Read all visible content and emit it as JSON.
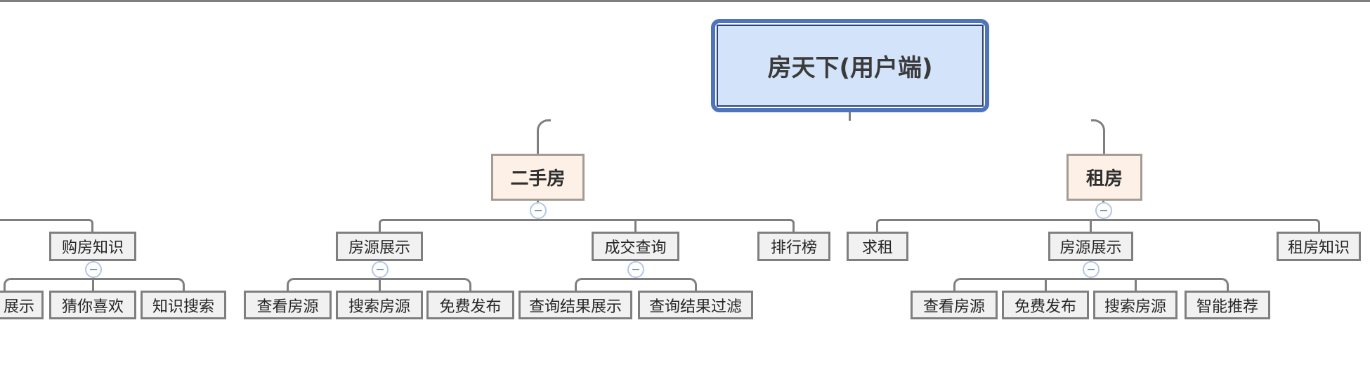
{
  "app": {
    "type": "mind-map-org-chart"
  },
  "nodes": {
    "root": {
      "label": "房天下(用户端)"
    },
    "ershoufang": {
      "label": "二手房"
    },
    "zufang": {
      "label": "租房"
    },
    "goufangzhishi": {
      "label": "购房知识"
    },
    "zhanshi_cut": {
      "label": "展示"
    },
    "cainixihuan": {
      "label": "猜你喜欢"
    },
    "zhishisousuo": {
      "label": "知识搜索"
    },
    "fangyuanzhanshi_esf": {
      "label": "房源展示"
    },
    "chakanfangyuan_esf": {
      "label": "查看房源"
    },
    "sousuofangyuan_esf": {
      "label": "搜索房源"
    },
    "mianfeifabu_esf": {
      "label": "免费发布"
    },
    "chengjiaochaxun": {
      "label": "成交查询"
    },
    "chaxunjieguozhanshi": {
      "label": "查询结果展示"
    },
    "chaxunjieguoguolv": {
      "label": "查询结果过滤"
    },
    "paihangbang": {
      "label": "排行榜"
    },
    "qiuzu": {
      "label": "求租"
    },
    "fangyuanzhanshi_zf": {
      "label": "房源展示"
    },
    "chakanfangyuan_zf": {
      "label": "查看房源"
    },
    "mianfeifabu_zf": {
      "label": "免费发布"
    },
    "sousuofangyuan_zf": {
      "label": "搜索房源"
    },
    "zhinengtuijian": {
      "label": "智能推荐"
    },
    "zufangzhishi": {
      "label": "租房知识"
    }
  },
  "hierarchy": {
    "ershoufang": [
      "fangyuanzhanshi_esf",
      "chengjiaochaxun",
      "paihangbang"
    ],
    "zufang": [
      "qiuzu",
      "fangyuanzhanshi_zf",
      "zufangzhishi"
    ],
    "goufangzhishi": [
      "zhanshi_cut",
      "cainixihuan",
      "zhishisousuo"
    ],
    "fangyuanzhanshi_esf": [
      "chakanfangyuan_esf",
      "sousuofangyuan_esf",
      "mianfeifabu_esf"
    ],
    "chengjiaochaxun": [
      "chaxunjieguozhanshi",
      "chaxunjieguoguolv"
    ],
    "fangyuanzhanshi_zf": [
      "chakanfangyuan_zf",
      "mianfeifabu_zf",
      "sousuofangyuan_zf",
      "zhinengtuijian"
    ]
  },
  "icons": {
    "collapse": "minus-circle-icon"
  },
  "colors": {
    "root_border": "#4e74bc",
    "root_inner_border": "#2e4470",
    "root_fill": "#d3e3f9",
    "branch_fill": "#fdf1e7",
    "branch_border": "#a49c92",
    "node_fill": "#f1f1f1",
    "node_border": "#7f7f7f",
    "connector": "#7f7f7f",
    "collapse_border": "#b3c6e7",
    "collapse_glyph": "#8496b0",
    "text": "#2f2f2f"
  }
}
